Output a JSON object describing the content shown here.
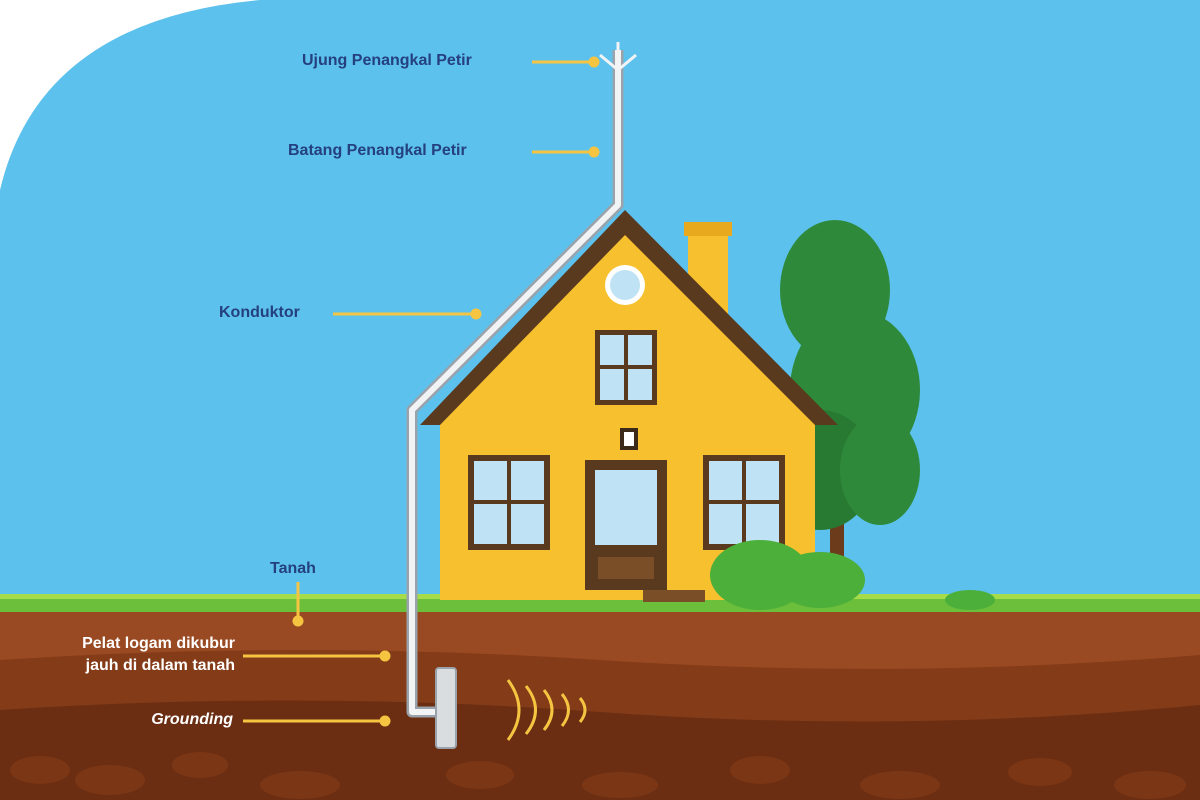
{
  "labels": {
    "tip": "Ujung Penangkal Petir",
    "rod": "Batang Penangkal Petir",
    "conductor": "Konduktor",
    "soil": "Tanah",
    "plate_line1": "Pelat logam dikubur",
    "plate_line2": "jauh di dalam tanah",
    "grounding": "Grounding"
  },
  "colors": {
    "sky": "#5cc1ec",
    "label": "#24407f",
    "leader": "#f5c542",
    "house": "#f7c02e",
    "roof": "#5a3a1f",
    "grass": "#6cbf3a",
    "soil": "#9a4a22",
    "tree": "#2e8a3a"
  }
}
